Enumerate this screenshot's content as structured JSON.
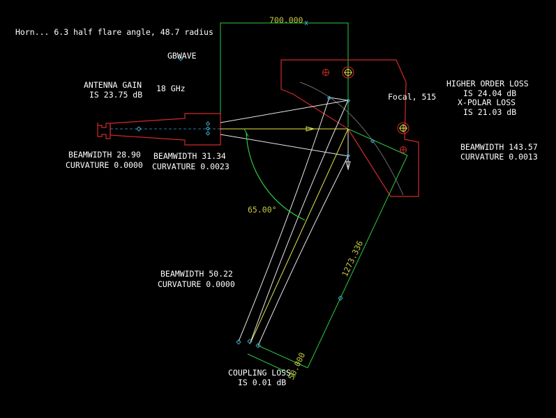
{
  "colors": {
    "background": "#000000",
    "text": "#ffffff",
    "horn_outline": "#d42a2a",
    "reflector_outline": "#d42a2a",
    "dimension_lines": "#2ecc40",
    "rays": "#e8e8e8",
    "axis": "#e8e84a",
    "angle_label": "#e8e84a",
    "vertices": "#3aa6c8"
  },
  "title": "Horn... 6.3 half flare angle, 48.7 radius",
  "source_label": "GBWAVE",
  "frequency": "18 GHz",
  "antenna_gain": {
    "line1": "ANTENNA GAIN",
    "line2": "IS 23.75 dB"
  },
  "beam_horn_throat": {
    "beamwidth": "BEAMWIDTH  28.90",
    "curvature": "CURVATURE  0.0000"
  },
  "beam_horn_aperture": {
    "beamwidth": "BEAMWIDTH  31.34",
    "curvature": "CURVATURE  0.0023"
  },
  "beam_reflected": {
    "beamwidth": "BEAMWIDTH  143.57",
    "curvature": "CURVATURE  0.0013"
  },
  "beam_output": {
    "beamwidth": "BEAMWIDTH  50.22",
    "curvature": "CURVATURE  0.0000"
  },
  "losses": {
    "higher_order": "HIGHER ORDER LOSS",
    "higher_order_value": "IS 24.04 dB",
    "x_polar": "X-POLAR LOSS",
    "x_polar_value": "IS 21.03 dB"
  },
  "coupling": {
    "line1": "COUPLING LOSS",
    "line2": "IS 0.01 dB"
  },
  "focal": "Focal, 515",
  "dimensions": {
    "top_width": "700.000",
    "diagonal_length": "1273.336",
    "aperture": "50.000",
    "angle": "65.00°"
  }
}
